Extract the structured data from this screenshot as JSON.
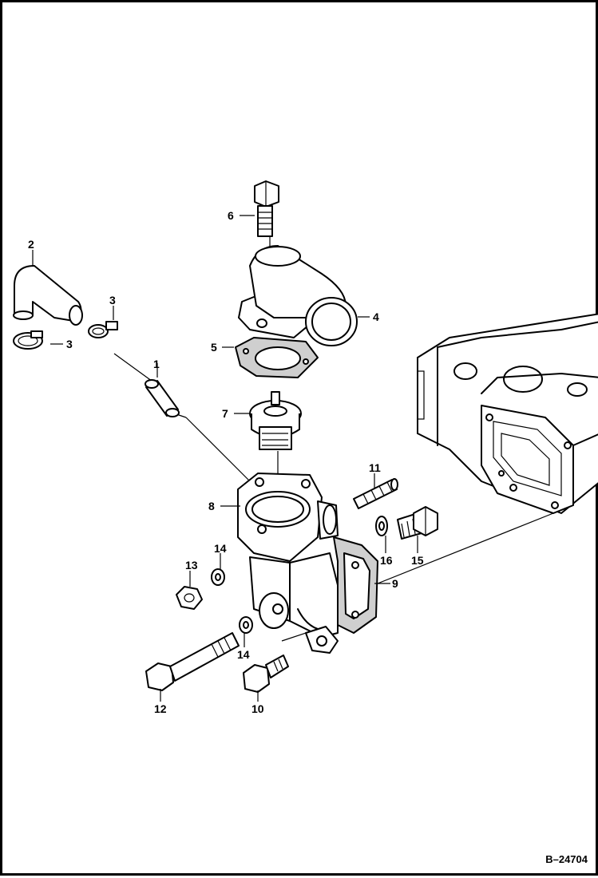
{
  "figure_ref": "B–24704",
  "callouts": {
    "n1": "1",
    "n2": "2",
    "n3a": "3",
    "n3b": "3",
    "n4": "4",
    "n5": "5",
    "n6": "6",
    "n7": "7",
    "n8": "8",
    "n9": "9",
    "n10": "10",
    "n11": "11",
    "n12": "12",
    "n13": "13",
    "n14a": "14",
    "n14b": "14",
    "n15": "15",
    "n16": "16"
  }
}
